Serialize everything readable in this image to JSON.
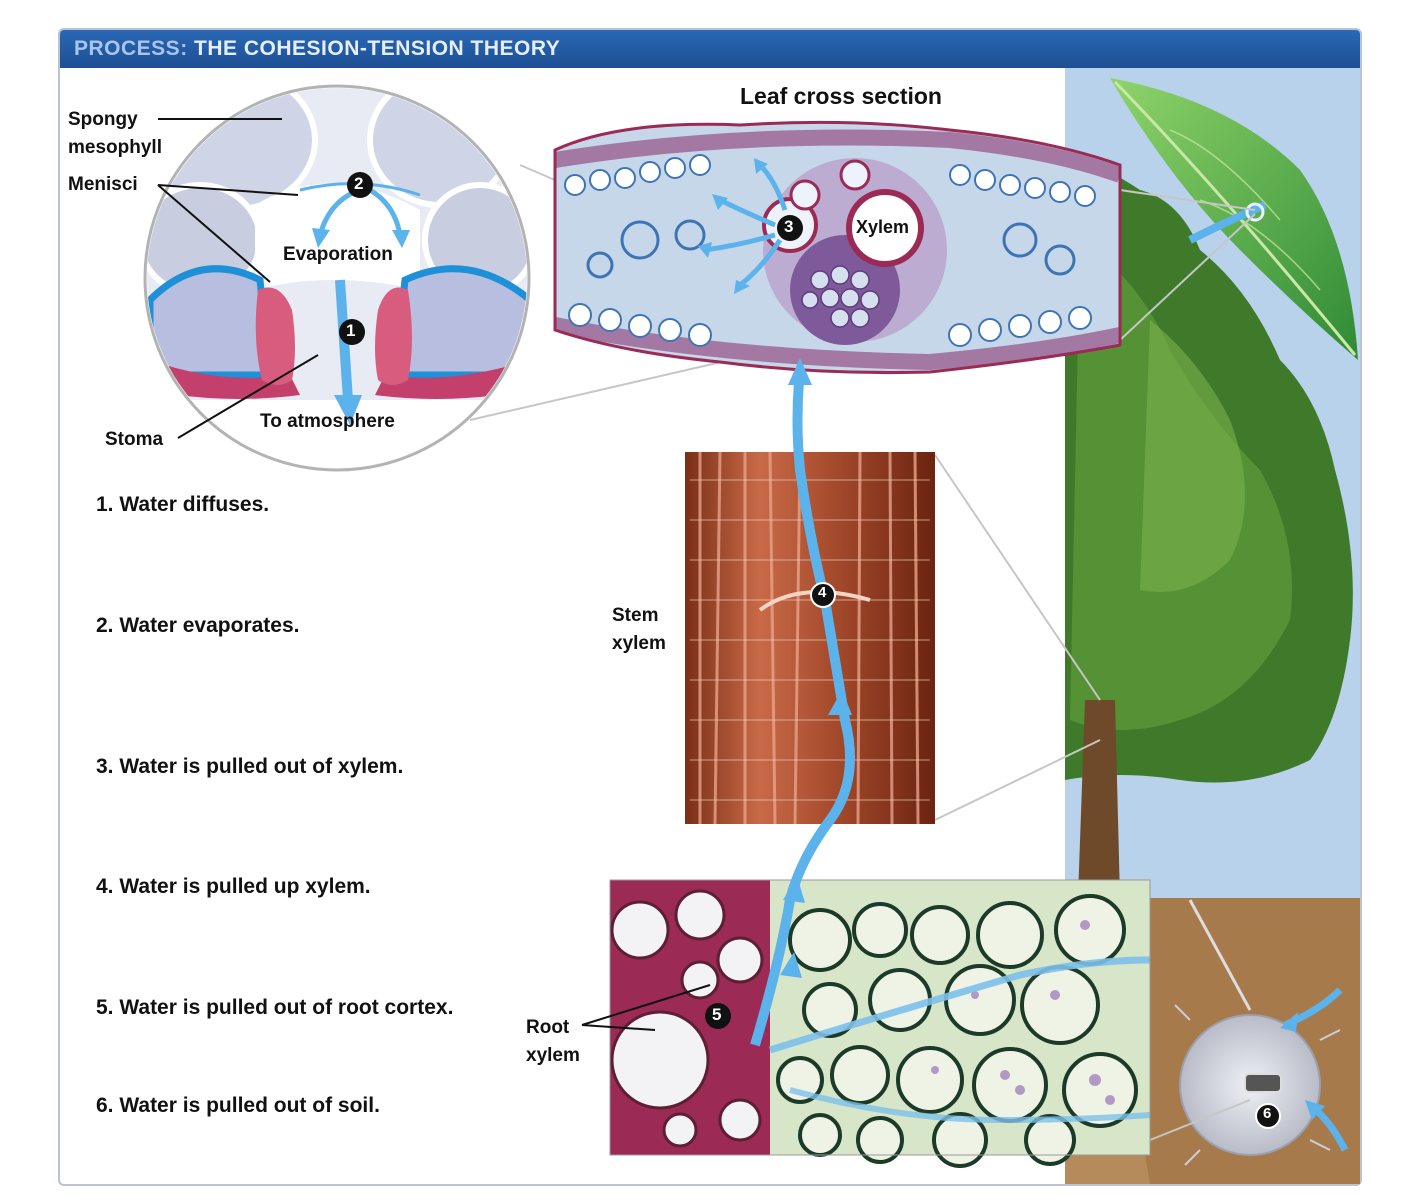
{
  "title": {
    "prefix": "PROCESS:",
    "text": "THE COHESION-TENSION THEORY"
  },
  "labels": {
    "spongy": "Spongy",
    "mesophyll": "mesophyll",
    "menisci": "Menisci",
    "evaporation": "Evaporation",
    "stoma": "Stoma",
    "to_atmosphere": "To atmosphere",
    "leaf_cross_section": "Leaf cross section",
    "xylem": "Xylem",
    "stem": "Stem",
    "stem_xylem": "xylem",
    "root": "Root",
    "root_xylem": "xylem"
  },
  "markers": [
    "1",
    "2",
    "3",
    "4",
    "5",
    "6"
  ],
  "steps": [
    "1. Water diffuses.",
    "2. Water evaporates.",
    "3. Water is pulled out of xylem.",
    "4. Water is pulled up xylem.",
    "5. Water is pulled out of root cortex.",
    "6. Water is pulled out of soil."
  ],
  "colors": {
    "title_bar": "#1d4f93",
    "water_arrow": "#5cb3ec",
    "xylem_stain": "#9b2a55",
    "sky": "#b7d2ea",
    "soil": "#b58b5c"
  }
}
